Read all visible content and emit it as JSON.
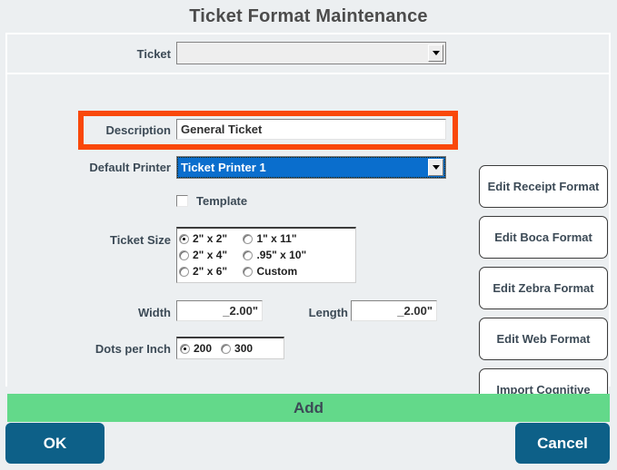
{
  "window": {
    "title": "Ticket Format Maintenance"
  },
  "form": {
    "ticket": {
      "label": "Ticket",
      "value": "",
      "placeholder": ""
    },
    "description": {
      "label": "Description",
      "value": "General Ticket",
      "highlighted": true,
      "highlight_color": "#f9480a"
    },
    "default_printer": {
      "label": "Default Printer",
      "value": "Ticket Printer 1",
      "selected_color": "#0a6ecd"
    },
    "template": {
      "label": "Template",
      "checked": false
    },
    "ticket_size": {
      "label": "Ticket Size",
      "selected": "2\" x 2\"",
      "options_col1": [
        {
          "label": "2\" x 2\"",
          "selected": true
        },
        {
          "label": "2\" x 4\"",
          "selected": false
        },
        {
          "label": "2\" x 6\"",
          "selected": false
        }
      ],
      "options_col2": [
        {
          "label": "1\" x 11\"",
          "selected": false
        },
        {
          "label": ".95\" x 10\"",
          "selected": false
        },
        {
          "label": "Custom",
          "selected": false
        }
      ]
    },
    "width": {
      "label": "Width",
      "value": "_2.00\""
    },
    "length": {
      "label": "Length",
      "value": "_2.00\""
    },
    "dots_per_inch": {
      "label": "Dots per Inch",
      "selected": "200",
      "options": [
        {
          "label": "200",
          "selected": true
        },
        {
          "label": "300",
          "selected": false
        }
      ]
    }
  },
  "side_buttons": [
    {
      "label": "Edit Receipt Format"
    },
    {
      "label": "Edit Boca Format"
    },
    {
      "label": "Edit Zebra Format"
    },
    {
      "label": "Edit Web Format"
    },
    {
      "label": "Import Cognitive"
    }
  ],
  "footer": {
    "add_label": "Add",
    "add_color": "#63d98a",
    "ok_label": "OK",
    "cancel_label": "Cancel",
    "button_color": "#0d6088"
  }
}
